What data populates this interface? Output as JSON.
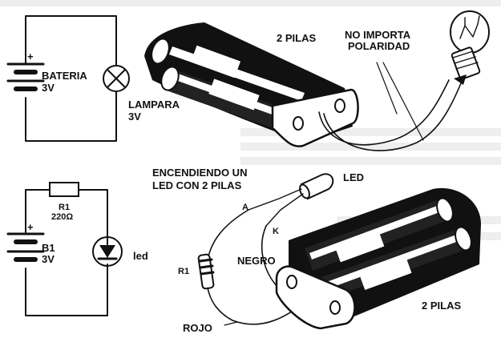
{
  "circuit1": {
    "battery_plus": "+",
    "battery_label": "BATERIA",
    "battery_voltage": "3V",
    "lamp_label": "LAMPARA",
    "lamp_voltage": "3V"
  },
  "holder_top": {
    "label": "2 PILAS"
  },
  "polarity_note": {
    "line1": "NO IMPORTA",
    "line2": "POLARIDAD"
  },
  "circuit2": {
    "resistor_name": "R1",
    "resistor_value": "220Ω",
    "battery_plus": "+",
    "battery_name": "B1",
    "battery_voltage": "3V",
    "led_label": "led"
  },
  "led_assembly": {
    "title_line1": "ENCENDIENDO UN",
    "title_line2": "LED CON 2 PILAS",
    "led_label": "LED",
    "anode_label": "A",
    "cathode_label": "K",
    "resistor_label": "R1",
    "black_wire_label": "NEGRO",
    "red_wire_label": "ROJO",
    "holder_label": "2 PILAS"
  },
  "colors": {
    "ink": "#111111",
    "paper": "#ffffff"
  }
}
